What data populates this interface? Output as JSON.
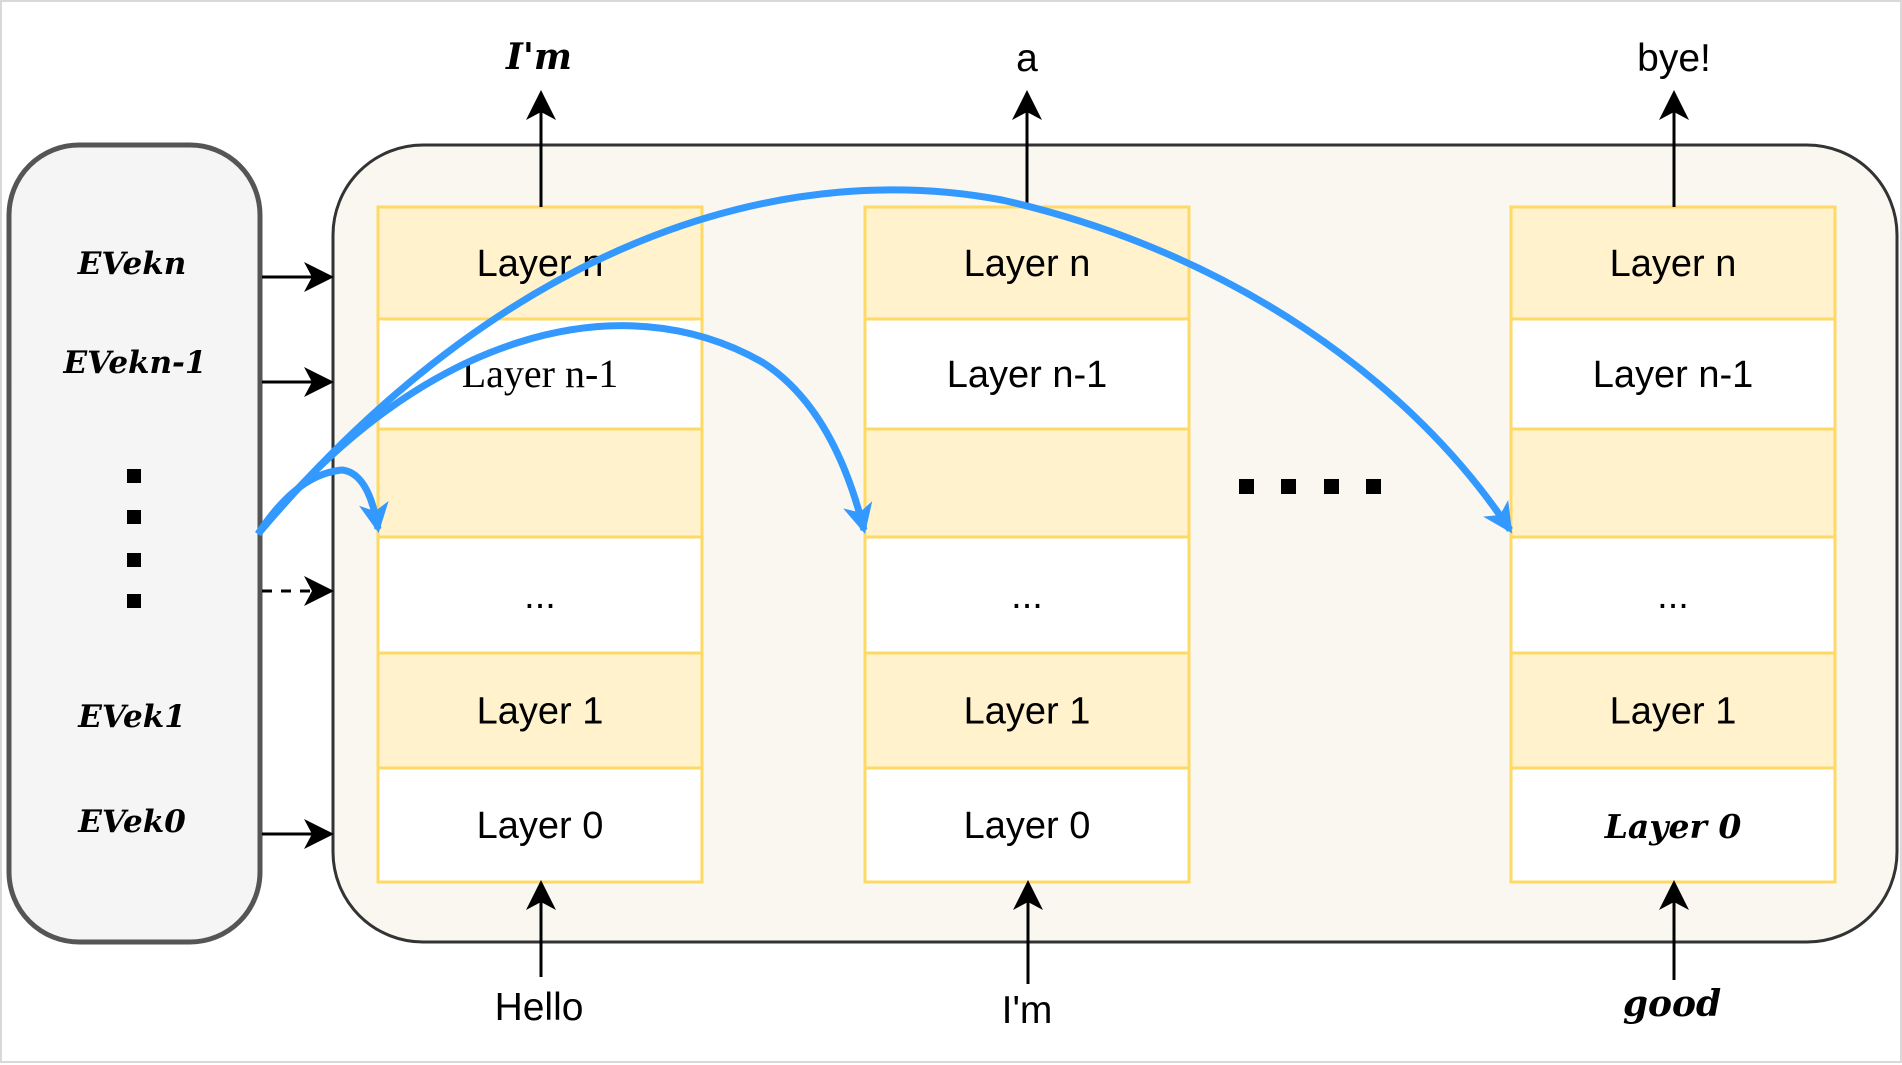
{
  "diagram": {
    "colors": {
      "panel_fill": "#f9f7ef",
      "panel_stroke": "#333333",
      "ev_fill": "#f5f5f5",
      "ev_stroke": "#555555",
      "layer_yellow": "#fff2cc",
      "layer_white": "#ffffff",
      "layer_border": "#ffd966",
      "blue_arrow": "#3399ff",
      "black": "#000000"
    },
    "ev_labels": [
      "EVekn",
      "EVekn-1",
      "EVek1",
      "EVek0"
    ],
    "ellipsis_dots": ":",
    "middle_ellipsis": "....",
    "columns": [
      {
        "output_token": "I'm",
        "input_token": "Hello",
        "layers": [
          "Layer n",
          "Layer n-1",
          "",
          "...",
          "Layer 1",
          "Layer 0"
        ]
      },
      {
        "output_token": "a",
        "input_token": "I'm",
        "layers": [
          "Layer n",
          "Layer n-1",
          "",
          "...",
          "Layer 1",
          "Layer 0"
        ]
      },
      {
        "output_token": "bye!",
        "input_token": "good",
        "layers": [
          "Layer n",
          "Layer n-1",
          "",
          "...",
          "Layer 1",
          "Layer 0"
        ]
      }
    ]
  }
}
